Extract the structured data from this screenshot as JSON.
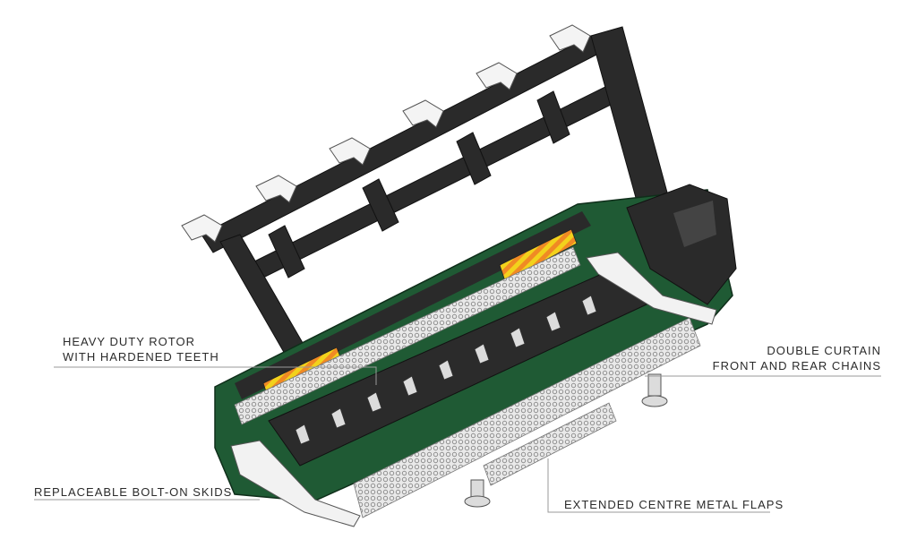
{
  "callouts": {
    "rotor": {
      "line1": "HEAVY DUTY ROTOR",
      "line2": "WITH HARDENED TEETH"
    },
    "curtain": {
      "line1": "DOUBLE CURTAIN",
      "line2": "FRONT AND REAR CHAINS"
    },
    "skids": {
      "text": "REPLACEABLE BOLT-ON SKIDS"
    },
    "flaps": {
      "text": "EXTENDED CENTRE METAL FLAPS"
    }
  },
  "colors": {
    "body_green": "#1f5a34",
    "frame_black": "#2a2a2a",
    "warning_orange": "#f08a24",
    "warning_yellow": "#f2d21c",
    "chain_grey": "#b9b9b9",
    "leader_line": "#9a9a9a"
  }
}
